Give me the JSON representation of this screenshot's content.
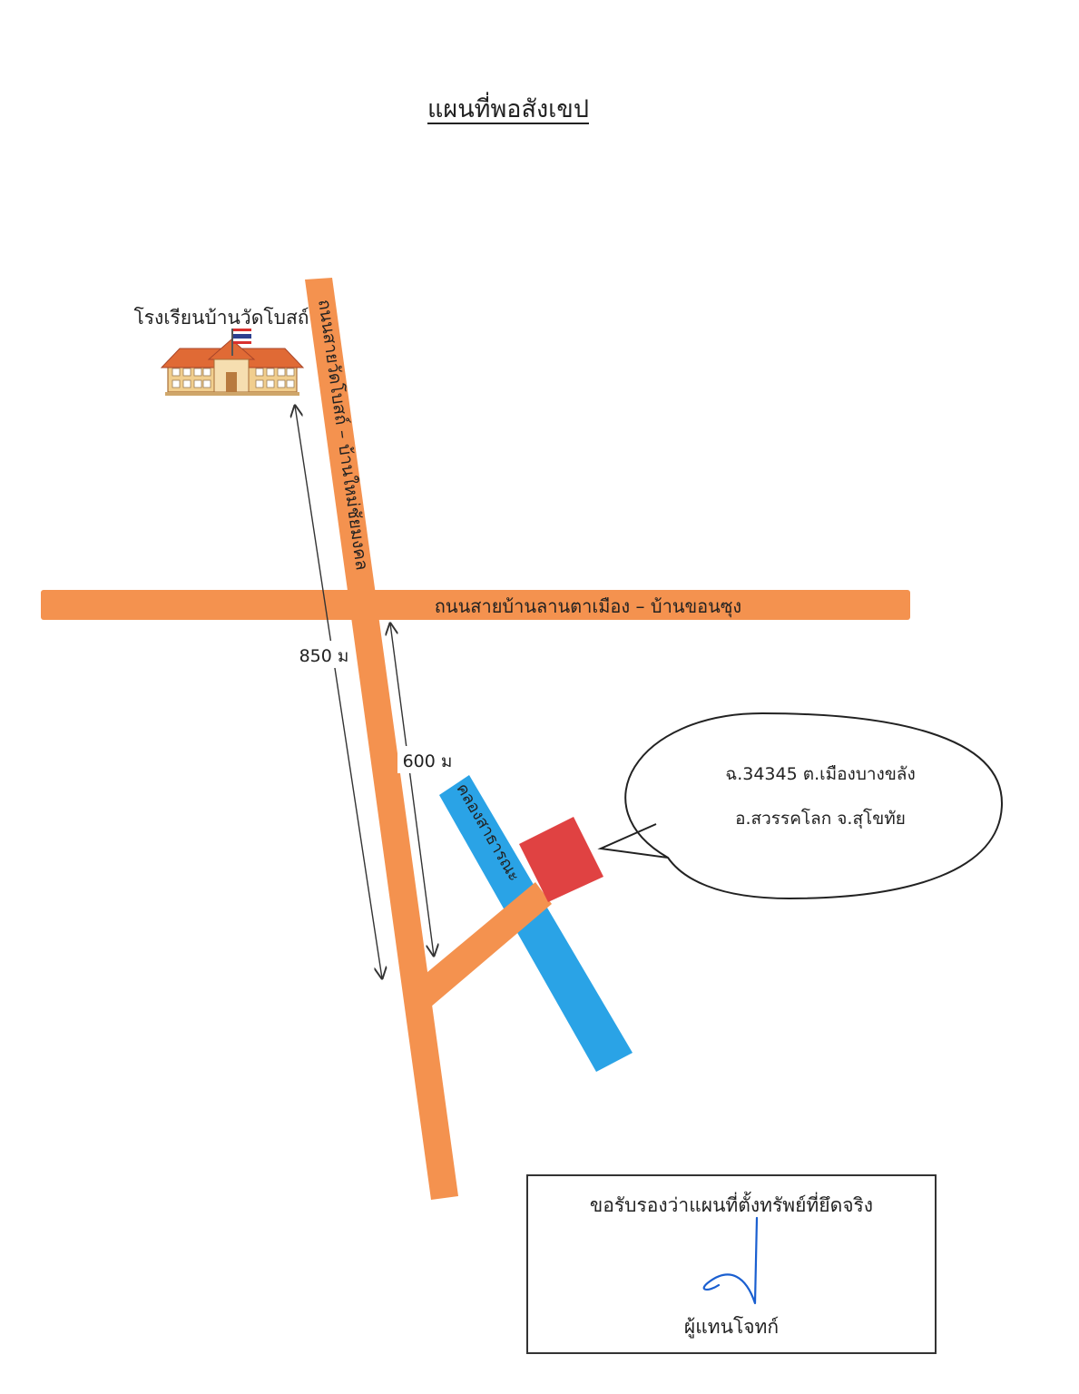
{
  "title": "แผนที่พอสังเขป",
  "landmarks": {
    "school_label": "โรงเรียนบ้านวัดโบสถ์"
  },
  "roads": {
    "vertical_name": "ถนนสายวัดโบสถ์ – บ้านใหม่ชัยมงคล",
    "horizontal_name": "ถนนสายบ้านลานตาเมือง – บ้านขอนซุง"
  },
  "canal": {
    "name": "คลองสาธารณะ"
  },
  "distances": {
    "to_school": "850 ม",
    "to_junction": "600 ม"
  },
  "property": {
    "deed_line": "ฉ.34345 ต.เมืองบางขลัง",
    "location_line": "อ.สวรรคโลก จ.สุโขทัย"
  },
  "certification": {
    "statement": "ขอรับรองว่าแผนที่ตั้งทรัพย์ที่ยึดจริง",
    "signer_role": "ผู้แทนโจทก์"
  },
  "colors": {
    "road": "#f4924f",
    "canal": "#2aa3e6",
    "property": "#e04242",
    "signature_ink": "#1a5fd0"
  }
}
